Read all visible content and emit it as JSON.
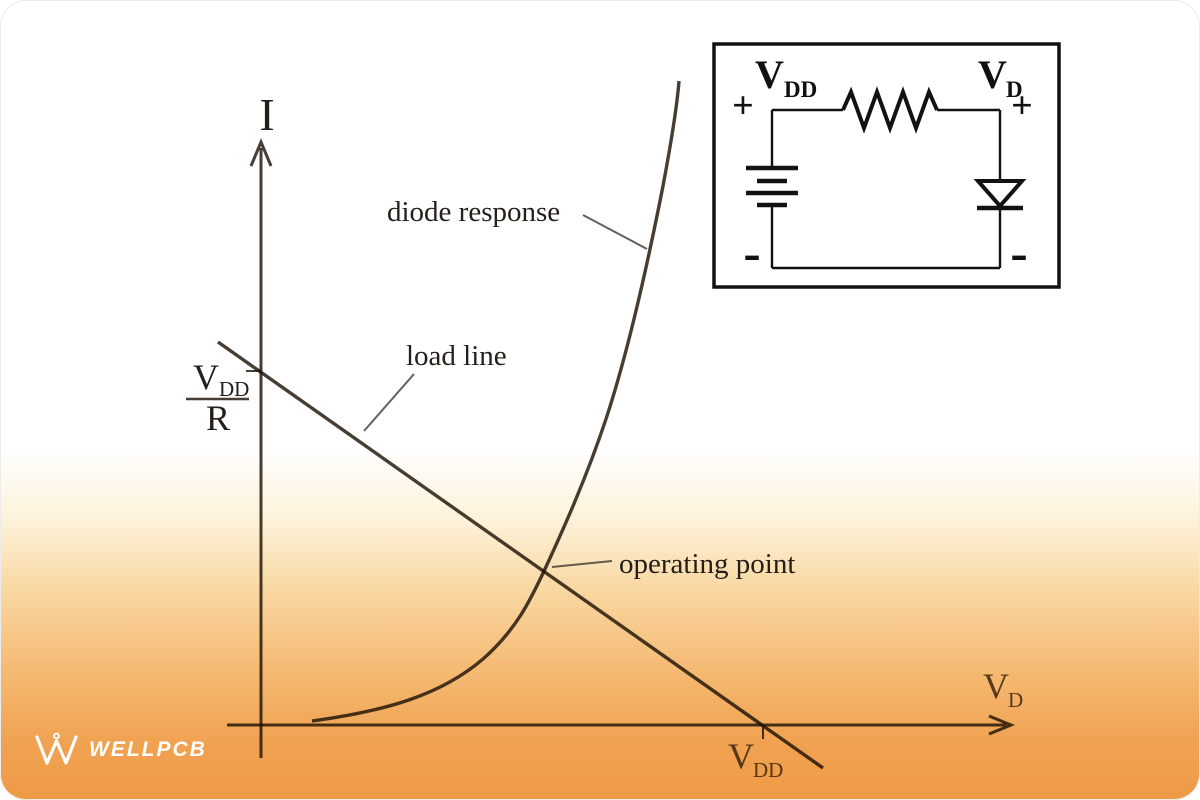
{
  "colors": {
    "background_top": "#ffffff",
    "background_bottom_orange": "#ee9a45",
    "ink": "#1c1208",
    "inset_ink": "#111111",
    "logo": "#ffffff"
  },
  "graph": {
    "y_axis_title": "I",
    "x_axis_title": {
      "main": "V",
      "sub": "D"
    },
    "y_intercept": {
      "numerator_main": "V",
      "numerator_sub": "DD",
      "denominator": "R"
    },
    "x_intercept": {
      "main": "V",
      "sub": "DD"
    },
    "labels": {
      "diode_response": "diode response",
      "load_line": "load line",
      "operating_point": "operating point"
    }
  },
  "circuit_inset": {
    "supply_label": {
      "main": "V",
      "sub": "DD"
    },
    "diode_label": {
      "main": "V",
      "sub": "D"
    },
    "supply_plus": "+",
    "supply_minus": "-",
    "diode_plus": "+",
    "diode_minus": "-",
    "icons": [
      "battery-icon",
      "resistor-icon",
      "diode-icon"
    ]
  },
  "watermark": {
    "brand": "WELLPCB",
    "icon": "wellpcb-w-icon"
  }
}
